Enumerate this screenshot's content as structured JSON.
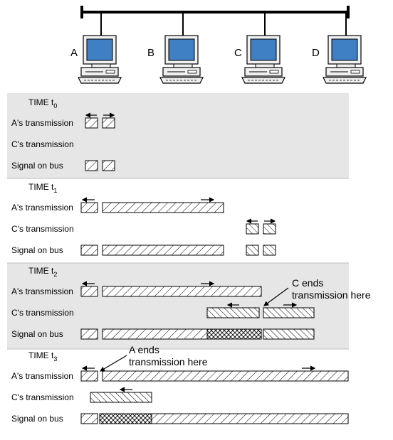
{
  "stations": [
    "A",
    "B",
    "C",
    "D"
  ],
  "panels": [
    {
      "time_label": "TIME t",
      "time_sub": "0",
      "rows": [
        "A's transmission",
        "C's transmission",
        "Signal on bus"
      ]
    },
    {
      "time_label": "TIME t",
      "time_sub": "1",
      "rows": [
        "A's transmission",
        "C's transmission",
        "Signal on bus"
      ]
    },
    {
      "time_label": "TIME t",
      "time_sub": "2",
      "rows": [
        "A's transmission",
        "C's transmission",
        "Signal on bus"
      ],
      "annotation": [
        "C ends",
        "transmission here"
      ]
    },
    {
      "time_label": "TIME t",
      "time_sub": "3",
      "rows": [
        "A's transmission",
        "C's transmission",
        "Signal on bus"
      ],
      "annotation": [
        "A ends",
        "transmission here"
      ]
    }
  ],
  "colors": {
    "panel_shade": "#e6e6e6",
    "monitor_screen": "#3f7fc4",
    "monitor_body": "#f0f0f0"
  }
}
